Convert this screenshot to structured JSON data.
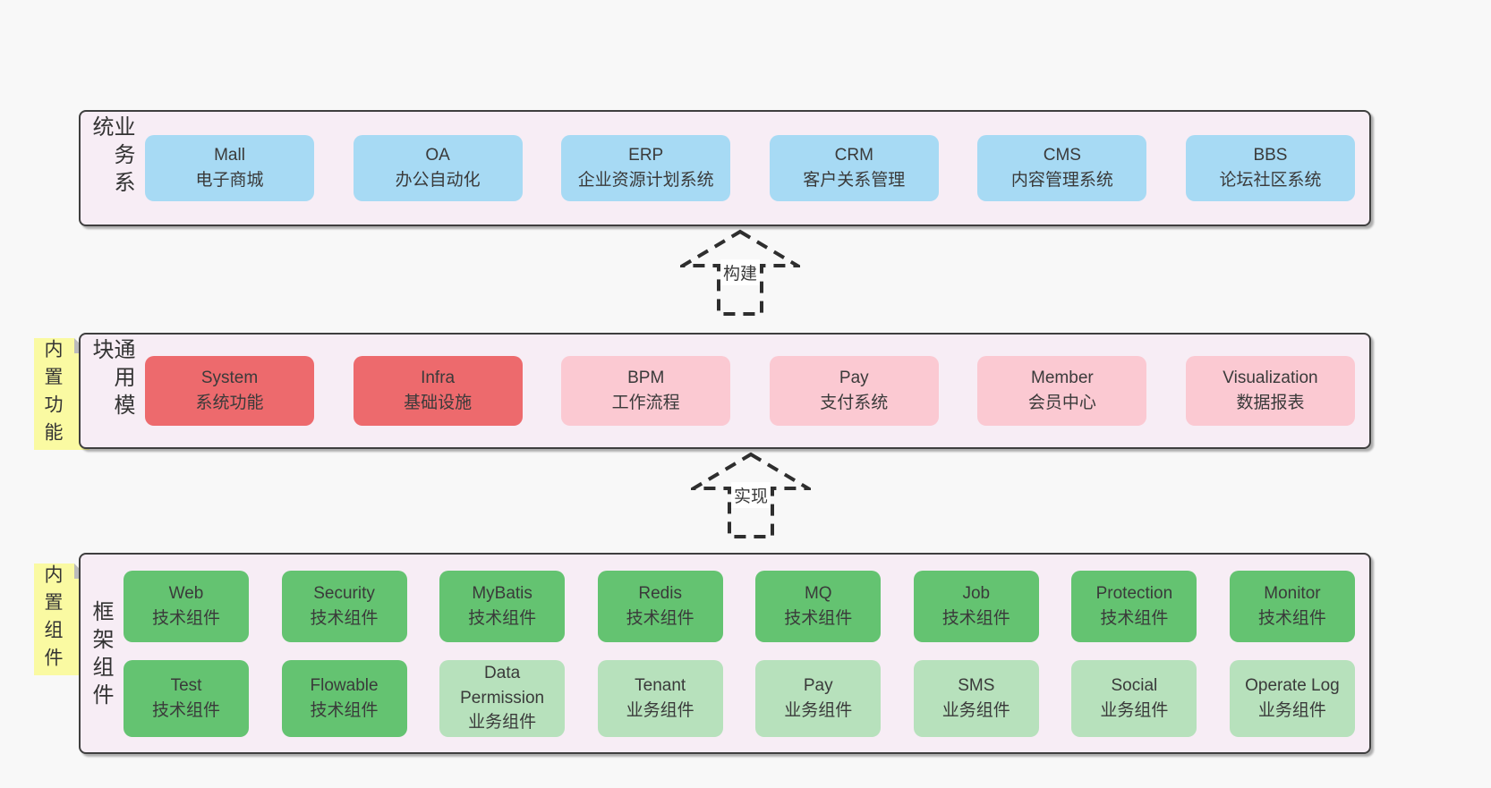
{
  "diagram": {
    "colors": {
      "page_bg": "#f8f8f8",
      "band_bg": "#f7edf5",
      "band_border": "#3f3f3f",
      "blue": "#a7daf4",
      "red": "#ed6a6d",
      "pink": "#fbc9d2",
      "green": "#64c371",
      "green_light": "#b7e1bc",
      "sticky_yellow": "#fafaa2",
      "fold_gray": "#bcbcbc"
    },
    "arrows": [
      {
        "label": "构建"
      },
      {
        "label": "实现"
      }
    ],
    "bands": [
      {
        "id": "business-systems",
        "label": "业务系统",
        "sticky": null,
        "rows": [
          [
            {
              "title": "Mall",
              "subtitle": "电子商城",
              "type": "blue"
            },
            {
              "title": "OA",
              "subtitle": "办公自动化",
              "type": "blue"
            },
            {
              "title": "ERP",
              "subtitle": "企业资源计划系统",
              "type": "blue"
            },
            {
              "title": "CRM",
              "subtitle": "客户关系管理",
              "type": "blue"
            },
            {
              "title": "CMS",
              "subtitle": "内容管理系统",
              "type": "blue"
            },
            {
              "title": "BBS",
              "subtitle": "论坛社区系统",
              "type": "blue"
            }
          ]
        ]
      },
      {
        "id": "common-modules",
        "label": "通用模块",
        "sticky": "内置功能",
        "rows": [
          [
            {
              "title": "System",
              "subtitle": "系统功能",
              "type": "red"
            },
            {
              "title": "Infra",
              "subtitle": "基础设施",
              "type": "red"
            },
            {
              "title": "BPM",
              "subtitle": "工作流程",
              "type": "pink"
            },
            {
              "title": "Pay",
              "subtitle": "支付系统",
              "type": "pink"
            },
            {
              "title": "Member",
              "subtitle": "会员中心",
              "type": "pink"
            },
            {
              "title": "Visualization",
              "subtitle": "数据报表",
              "type": "pink"
            }
          ]
        ]
      },
      {
        "id": "framework-components",
        "label": "框架组件",
        "sticky": "内置组件",
        "rows": [
          [
            {
              "title": "Web",
              "subtitle": "技术组件",
              "type": "green"
            },
            {
              "title": "Security",
              "subtitle": "技术组件",
              "type": "green"
            },
            {
              "title": "MyBatis",
              "subtitle": "技术组件",
              "type": "green"
            },
            {
              "title": "Redis",
              "subtitle": "技术组件",
              "type": "green"
            },
            {
              "title": "MQ",
              "subtitle": "技术组件",
              "type": "green"
            },
            {
              "title": "Job",
              "subtitle": "技术组件",
              "type": "green"
            },
            {
              "title": "Protection",
              "subtitle": "技术组件",
              "type": "green"
            },
            {
              "title": "Monitor",
              "subtitle": "技术组件",
              "type": "green"
            }
          ],
          [
            {
              "title": "Test",
              "subtitle": "技术组件",
              "type": "green"
            },
            {
              "title": "Flowable",
              "subtitle": "技术组件",
              "type": "green"
            },
            {
              "title": "Data Permission",
              "subtitle": "业务组件",
              "type": "green-light"
            },
            {
              "title": "Tenant",
              "subtitle": "业务组件",
              "type": "green-light"
            },
            {
              "title": "Pay",
              "subtitle": "业务组件",
              "type": "green-light"
            },
            {
              "title": "SMS",
              "subtitle": "业务组件",
              "type": "green-light"
            },
            {
              "title": "Social",
              "subtitle": "业务组件",
              "type": "green-light"
            },
            {
              "title": "Operate Log",
              "subtitle": "业务组件",
              "type": "green-light"
            }
          ]
        ]
      }
    ]
  }
}
